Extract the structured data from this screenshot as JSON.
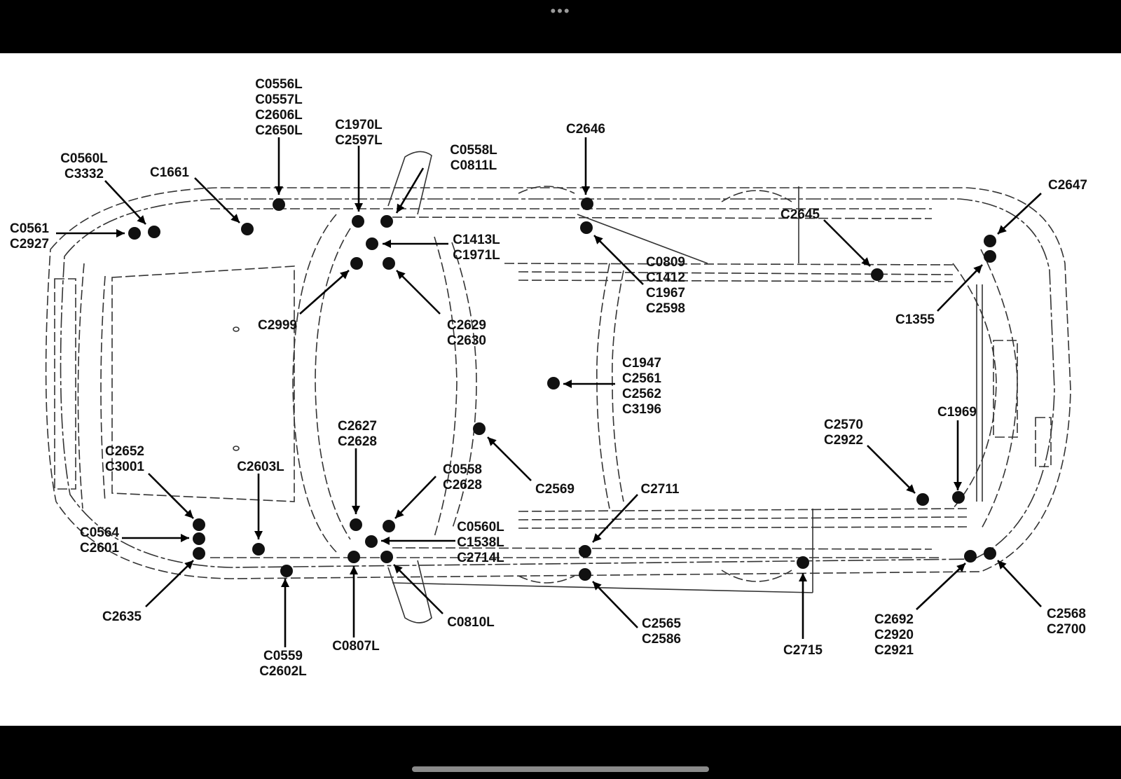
{
  "window": {
    "more_icon": "•••"
  },
  "diagram": {
    "colors": {
      "background": "#ffffff",
      "ink": "#111111",
      "frame": "#000000"
    },
    "labels": {
      "l01": [
        "C0556L",
        "C0557L",
        "C2606L",
        "C2650L"
      ],
      "l02": [
        "C1970L",
        "C2597L"
      ],
      "l03": [
        "C0558L",
        "C0811L"
      ],
      "l04": [
        "C2646"
      ],
      "l05": [
        "C0560L",
        "C3332"
      ],
      "l06": [
        "C1661"
      ],
      "l07": [
        "C2647"
      ],
      "l08": [
        "C2645"
      ],
      "l09": [
        "C0561",
        "C2927"
      ],
      "l10": [
        "C1413L",
        "C1971L"
      ],
      "l11": [
        "C0809",
        "C1412",
        "C1967",
        "C2598"
      ],
      "l12": [
        "C1355"
      ],
      "l13": [
        "C2999"
      ],
      "l14": [
        "C2629",
        "C2630"
      ],
      "l15": [
        "C1947",
        "C2561",
        "C2562",
        "C3196"
      ],
      "l16": [
        "C1969"
      ],
      "l17": [
        "C2570",
        "C2922"
      ],
      "l18": [
        "C2627",
        "C2628"
      ],
      "l19": [
        "C2652",
        "C3001"
      ],
      "l20": [
        "C2603L"
      ],
      "l21": [
        "C0558",
        "C2628"
      ],
      "l22": [
        "C2569"
      ],
      "l23": [
        "C2711"
      ],
      "l24": [
        "C0564",
        "C2601"
      ],
      "l25": [
        "C0560L",
        "C1538L",
        "C2714L"
      ],
      "l26": [
        "C2635"
      ],
      "l27": [
        "C0810L"
      ],
      "l28": [
        "C2565",
        "C2586"
      ],
      "l29": [
        "C2568",
        "C2700"
      ],
      "l30": [
        "C2692",
        "C2920",
        "C2921"
      ],
      "l31": [
        "C2715"
      ],
      "l32": [
        "C0807L"
      ],
      "l33": [
        "C0559",
        "C2602L"
      ]
    }
  }
}
